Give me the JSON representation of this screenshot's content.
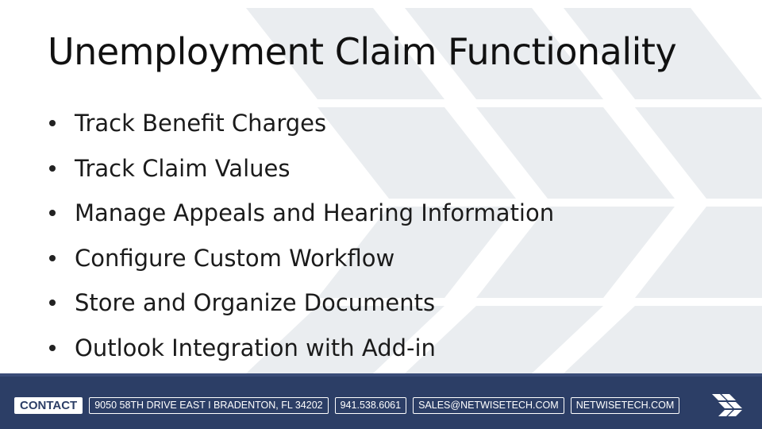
{
  "title": "Unemployment Claim Functionality",
  "bullets": [
    "Track Benefit Charges",
    "Track Claim Values",
    "Manage Appeals and Hearing Information",
    "Configure Custom Workflow",
    "Store and Organize Documents",
    "Outlook Integration with Add-in"
  ],
  "footer": {
    "contact_label": "CONTACT",
    "address": "9050 58TH DRIVE EAST I BRADENTON, FL 34202",
    "phone": "941.538.6061",
    "email": "SALES@NETWISETECH.COM",
    "website": "NETWISETECH.COM",
    "logo_icon": "chevron-arrows-logo-icon"
  },
  "colors": {
    "footer_bg": "#2c3e66",
    "pattern": "#e9ecef",
    "text": "#111111"
  }
}
